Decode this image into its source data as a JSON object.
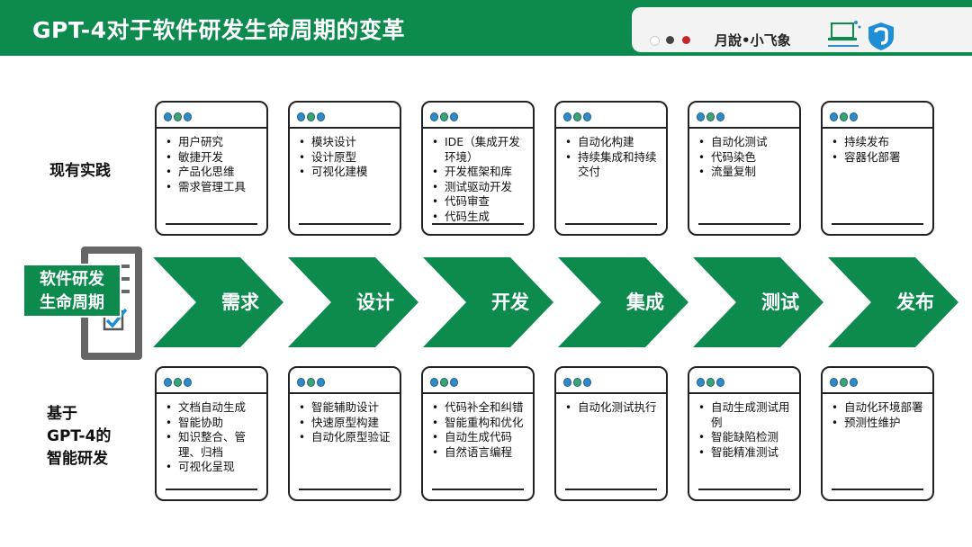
{
  "header": {
    "title": "GPT-4对于软件研发生命周期的变革",
    "brand": "月說•小飞象",
    "dots": [
      "#ffffff",
      "#444444",
      "#c0262c"
    ],
    "bg_color": "#0d8a4e"
  },
  "lifecycle": {
    "label_line1": "软件研发",
    "label_line2": "生命周期",
    "stages": [
      "需求",
      "设计",
      "开发",
      "集成",
      "测试",
      "发布"
    ],
    "color": "#0d8a4e"
  },
  "current": {
    "label": "现有实践",
    "cards": [
      [
        "用户研究",
        "敏捷开发",
        "产品化思维",
        "需求管理工具"
      ],
      [
        "模块设计",
        "设计原型",
        "可视化建模"
      ],
      [
        "IDE（集成开发环境）",
        "开发框架和库",
        "测试驱动开发",
        "代码审查",
        "代码生成"
      ],
      [
        "自动化构建",
        "持续集成和持续交付"
      ],
      [
        "自动化测试",
        "代码染色",
        "流量复制"
      ],
      [
        "持续发布",
        "容器化部署"
      ]
    ]
  },
  "gpt4": {
    "label_line1": "基于",
    "label_line2": "GPT-4的",
    "label_line3": "智能研发",
    "cards": [
      [
        "文档自动生成",
        "智能协助",
        "知识整合、管理、归档",
        "可视化呈现"
      ],
      [
        "智能辅助设计",
        "快速原型构建",
        "自动化原型验证"
      ],
      [
        "代码补全和纠错",
        "智能重构和优化",
        "自动生成代码",
        "自然语言编程"
      ],
      [
        "自动化测试执行"
      ],
      [
        "自动生成测试用例",
        "智能缺陷检测",
        "智能精准测试"
      ],
      [
        "自动化环境部署",
        "预测性维护"
      ]
    ]
  }
}
